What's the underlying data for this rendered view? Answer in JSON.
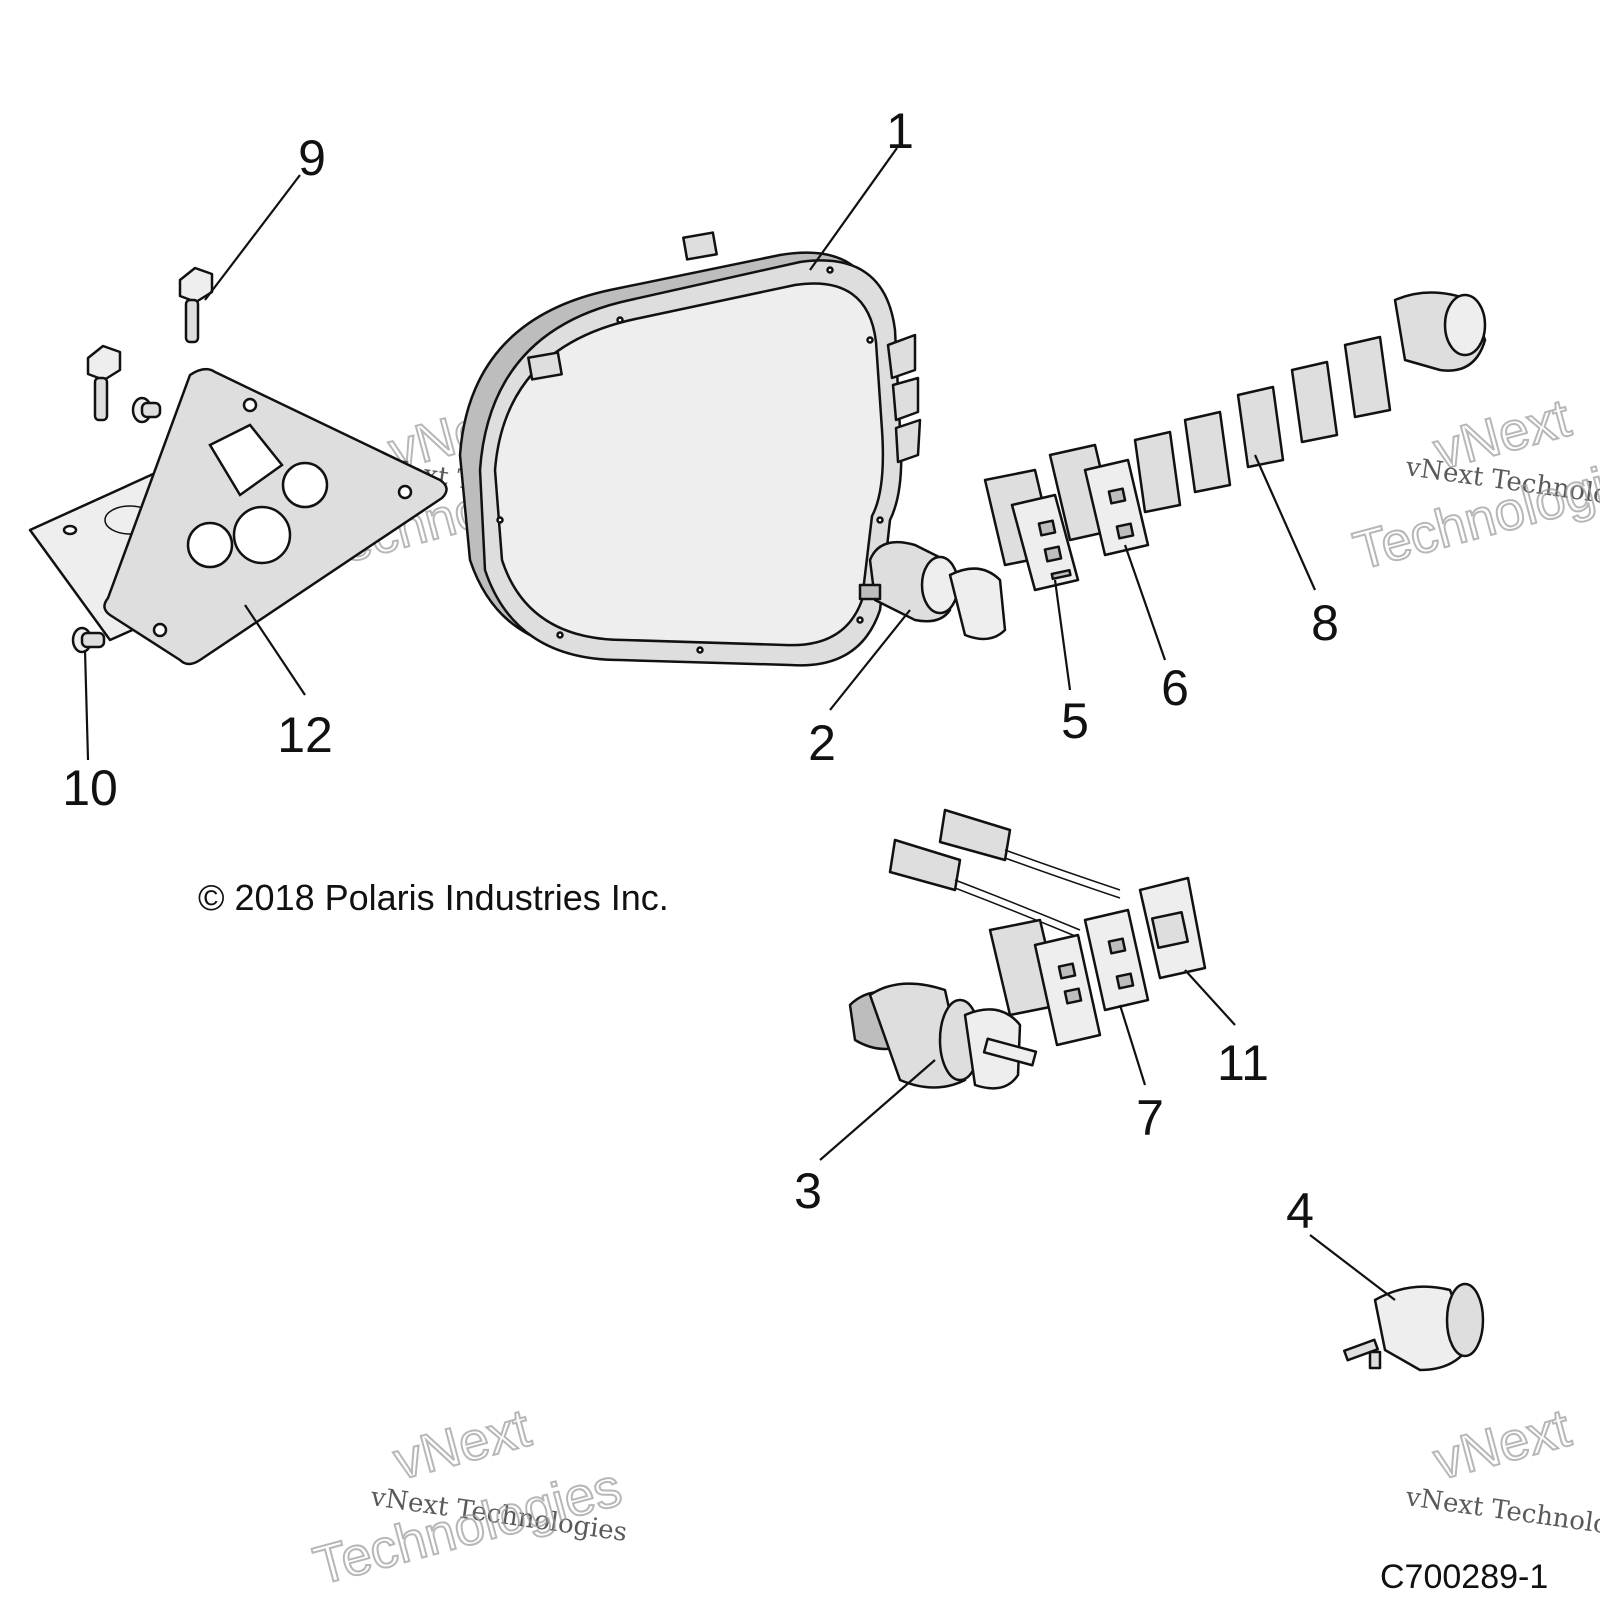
{
  "callouts": [
    {
      "id": "1",
      "label": "1"
    },
    {
      "id": "2",
      "label": "2"
    },
    {
      "id": "3",
      "label": "3"
    },
    {
      "id": "4",
      "label": "4"
    },
    {
      "id": "5",
      "label": "5"
    },
    {
      "id": "6",
      "label": "6"
    },
    {
      "id": "7",
      "label": "7"
    },
    {
      "id": "8",
      "label": "8"
    },
    {
      "id": "9",
      "label": "9"
    },
    {
      "id": "10",
      "label": "10"
    },
    {
      "id": "11",
      "label": "11"
    },
    {
      "id": "12",
      "label": "12"
    }
  ],
  "copyright": "© 2018 Polaris Industries Inc.",
  "figure_id": "C700289-1",
  "watermark": {
    "small_text": "vNext Technologies",
    "large_text_line1": "vNext",
    "large_text_line2": "Technologies"
  }
}
